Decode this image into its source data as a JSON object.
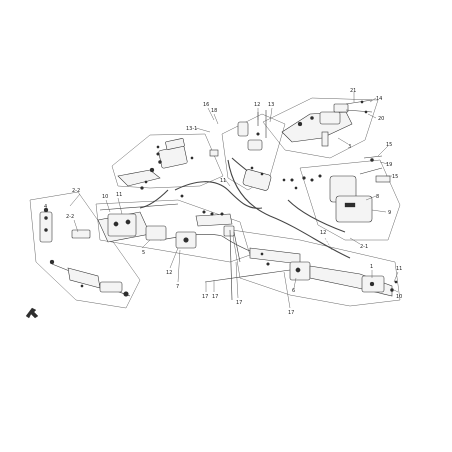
{
  "callouts": [
    {
      "id": "c1",
      "text": "16"
    },
    {
      "id": "c2",
      "text": "18"
    },
    {
      "id": "c3",
      "text": "12"
    },
    {
      "id": "c4",
      "text": "13"
    },
    {
      "id": "c5",
      "text": "13-1"
    },
    {
      "id": "c6",
      "text": "11"
    },
    {
      "id": "c7",
      "text": "21"
    },
    {
      "id": "c8",
      "text": "14"
    },
    {
      "id": "c9",
      "text": "3"
    },
    {
      "id": "c10",
      "text": "15"
    },
    {
      "id": "c11",
      "text": "15"
    },
    {
      "id": "c12",
      "text": "19"
    },
    {
      "id": "c13",
      "text": "20"
    },
    {
      "id": "c14",
      "text": "8"
    },
    {
      "id": "c15",
      "text": "9"
    },
    {
      "id": "c16",
      "text": "2-1"
    },
    {
      "id": "c17",
      "text": "2-2"
    },
    {
      "id": "c18",
      "text": "2-2"
    },
    {
      "id": "c19",
      "text": "10"
    },
    {
      "id": "c20",
      "text": "11"
    },
    {
      "id": "c21",
      "text": "4"
    },
    {
      "id": "c22",
      "text": "5"
    },
    {
      "id": "c23",
      "text": "12"
    },
    {
      "id": "c24",
      "text": "7"
    },
    {
      "id": "c25",
      "text": "17"
    },
    {
      "id": "c26",
      "text": "17"
    },
    {
      "id": "c27",
      "text": "17"
    },
    {
      "id": "c28",
      "text": "17"
    },
    {
      "id": "c29",
      "text": "6"
    },
    {
      "id": "c30",
      "text": "1"
    },
    {
      "id": "c31",
      "text": "11"
    },
    {
      "id": "c32",
      "text": "10"
    },
    {
      "id": "c33",
      "text": "12"
    }
  ],
  "colors": {
    "line": "#3a3a3a",
    "background": "#ffffff"
  },
  "icons": {
    "corner_mark": "fwd-arrow-icon"
  }
}
